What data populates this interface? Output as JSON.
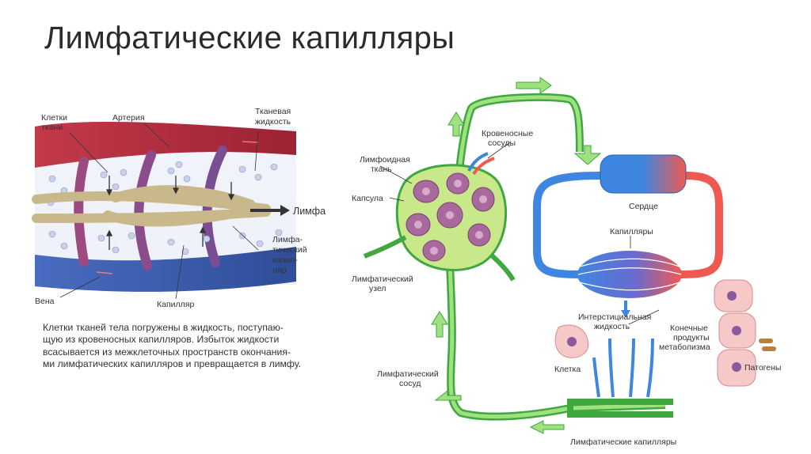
{
  "title": "Лимфатические капилляры",
  "left": {
    "labels": {
      "tissue_cells": [
        "Клетки",
        "ткани"
      ],
      "artery": "Артерия",
      "tissue_fluid": [
        "Тканевая",
        "жидкость"
      ],
      "lymph": "Лимфа",
      "lymph_cap": [
        "Лимфа-",
        "тический",
        "капил-",
        "ляр"
      ],
      "vein": "Вена",
      "capillary": "Капилляр"
    },
    "caption": [
      "Клетки тканей тела погружены в жидкость, поступаю-",
      "щую из кровеносных капилляров. Избыток жидкости",
      "всасывается из межклеточных пространств окончания-",
      "ми лимфатических капилляров и превращается в лимфу."
    ]
  },
  "right": {
    "labels": {
      "blood_vessels": [
        "Кровеносные",
        "сосуды"
      ],
      "lymphoid_tissue": [
        "Лимфоидная",
        "ткань"
      ],
      "capsule": "Капсула",
      "lymph_node": [
        "Лимфатический",
        "узел"
      ],
      "heart": "Сердце",
      "capillaries": "Капилляры",
      "interstitial": [
        "Интерстициальная",
        "жидкость"
      ],
      "end_products": [
        "Конечные",
        "продукты",
        "метаболизма"
      ],
      "cell": "Клетка",
      "pathogens": "Патогены",
      "lymph_vessel": [
        "Лимфатический",
        "сосуд"
      ],
      "lymph_capillaries": "Лимфатические капилляры"
    }
  },
  "colors": {
    "artery": "#b8283a",
    "vein": "#3a5aa8",
    "lymph_cap": "#c9b98a",
    "lymph_green": "#3fbf3f",
    "blood_red": "#ef5a50",
    "blood_blue": "#3f86e0",
    "cell_pink": "#f6c8c8",
    "nucleus": "#8a5aa0"
  }
}
